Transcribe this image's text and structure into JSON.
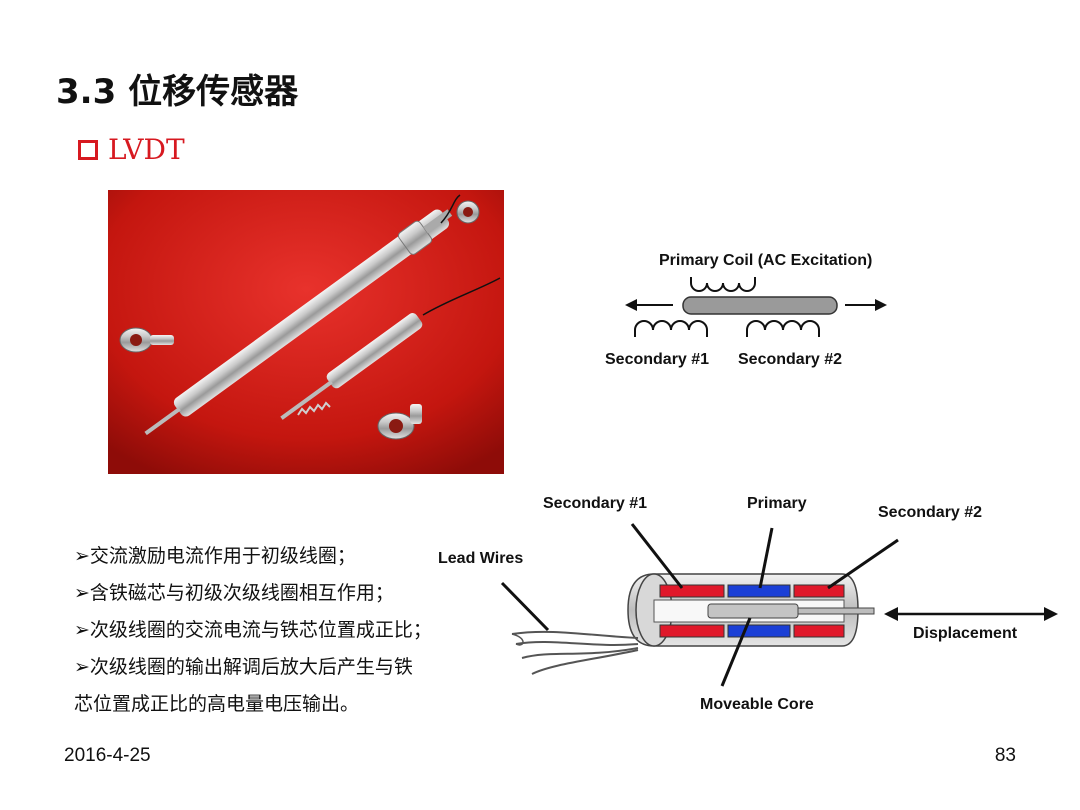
{
  "title": "3.3 位移传感器",
  "subtitle": "LVDT",
  "coil_diagram": {
    "primary_label": "Primary Coil (AC Excitation)",
    "secondary1_label": "Secondary #1",
    "secondary2_label": "Secondary #2"
  },
  "bullets": [
    "➢交流激励电流作用于初级线圈；",
    "➢含铁磁芯与初级次级线圈相互作用；",
    "➢次级线圈的交流电流与铁芯位置成正比；",
    "➢次级线圈的输出解调后放大后产生与铁",
    "芯位置成正比的高电量电压输出。"
  ],
  "lvdt": {
    "secondary1_label": "Secondary #1",
    "primary_label": "Primary",
    "secondary2_label": "Secondary #2",
    "lead_wires_label": "Lead Wires",
    "displacement_label": "Displacement",
    "core_label": "Moveable Core"
  },
  "footer": {
    "date": "2016-4-25",
    "page": "83"
  },
  "colors": {
    "accent": "#d71920",
    "coil_red": "#e0182a",
    "coil_blue": "#1a3fd6"
  }
}
